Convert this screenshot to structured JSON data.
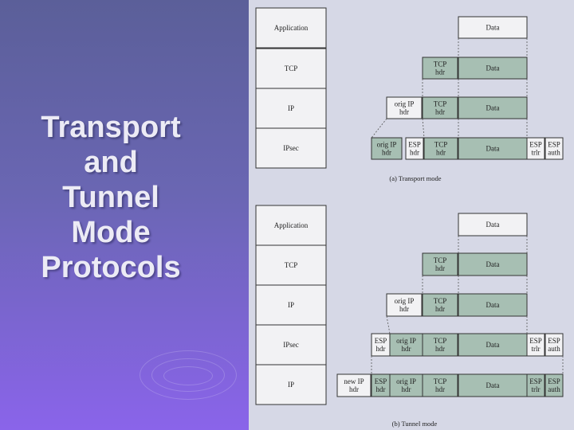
{
  "slide": {
    "title_lines": [
      "Transport",
      "and",
      "Tunnel",
      "Mode",
      "Protocols"
    ]
  },
  "colors": {
    "highlight_fill": "#a7bfb3",
    "box_fill": "#f2f2f4",
    "stroke": "#333333"
  },
  "transport": {
    "layers": [
      "Application",
      "TCP",
      "IP",
      "IPsec"
    ],
    "data": "Data",
    "tcp_hdr": [
      "TCP",
      "hdr"
    ],
    "orig_ip_hdr": [
      "orig IP",
      "hdr"
    ],
    "esp_hdr": [
      "ESP",
      "hdr"
    ],
    "esp_trlr": [
      "ESP",
      "trlr"
    ],
    "esp_auth": [
      "ESP",
      "auth"
    ],
    "caption": "(a) Transport mode"
  },
  "tunnel": {
    "layers": [
      "Application",
      "TCP",
      "IP",
      "IPsec",
      "IP"
    ],
    "data": "Data",
    "tcp_hdr": [
      "TCP",
      "hdr"
    ],
    "orig_ip_hdr": [
      "orig IP",
      "hdr"
    ],
    "esp_hdr": [
      "ESP",
      "hdr"
    ],
    "esp_trlr": [
      "ESP",
      "trlr"
    ],
    "esp_auth": [
      "ESP",
      "auth"
    ],
    "new_ip_hdr": [
      "new IP",
      "hdr"
    ],
    "caption": "(b) Tunnel mode"
  }
}
